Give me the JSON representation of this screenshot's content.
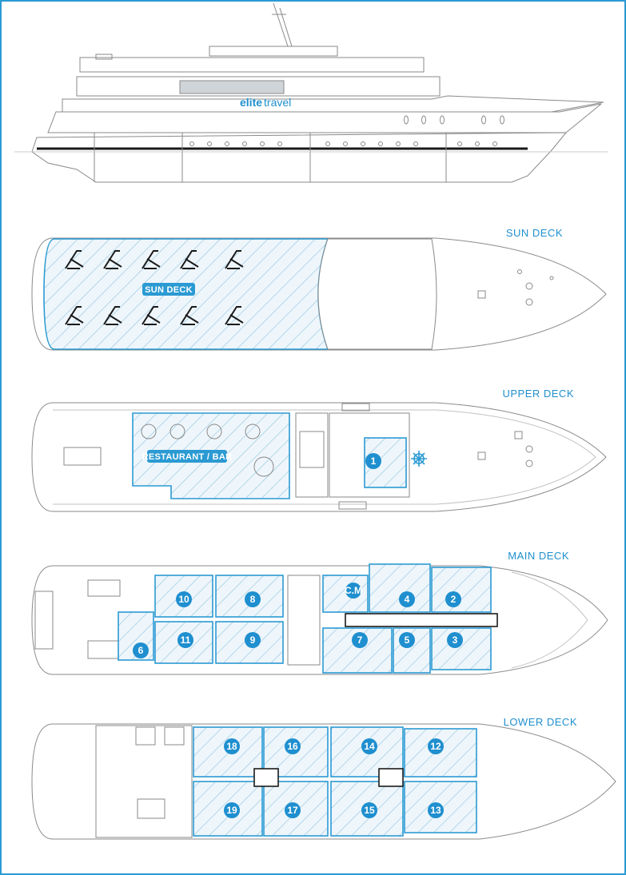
{
  "brand": {
    "logo_word1": "elite",
    "logo_word2": "travel"
  },
  "colors": {
    "accent": "#2b9ad3",
    "line": "#8a8a8a",
    "hatch": "#9cc9e3"
  },
  "decks": {
    "sun": {
      "title": "SUN DECK",
      "area_label": "SUN DECK"
    },
    "upper": {
      "title": "UPPER DECK",
      "area_label": "RESTAURANT / BAR",
      "cabins": [
        "1"
      ]
    },
    "main": {
      "title": "MAIN DECK",
      "cabins": [
        "10",
        "8",
        "C.M",
        "4",
        "2",
        "6",
        "11",
        "9",
        "7",
        "5",
        "3"
      ]
    },
    "lower": {
      "title": "LOWER DECK",
      "cabins": [
        "18",
        "16",
        "14",
        "12",
        "19",
        "17",
        "15",
        "13"
      ]
    }
  }
}
